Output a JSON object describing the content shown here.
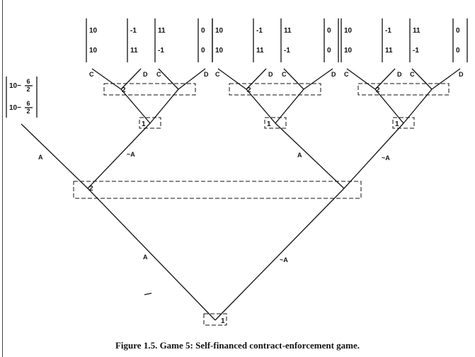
{
  "caption": "Figure 1.5. Game 5: Self-financed contract-enforcement game.",
  "move_labels": {
    "A": "A",
    "not_A": "~A",
    "C": "C",
    "D": "D"
  },
  "player_labels": {
    "p1": "1",
    "p2": "2"
  },
  "left_payoff": {
    "row1": "10−",
    "row2": "10−",
    "frac_num": "6",
    "frac_den": "2"
  },
  "subgames": [
    {
      "payoffs": [
        [
          "10",
          "10"
        ],
        [
          "-1",
          "11"
        ],
        [
          "11",
          "-1"
        ],
        [
          "0",
          "0"
        ]
      ]
    },
    {
      "payoffs": [
        [
          "10",
          "10"
        ],
        [
          "-1",
          "11"
        ],
        [
          "11",
          "-1"
        ],
        [
          "0",
          "0"
        ]
      ]
    },
    {
      "payoffs": [
        [
          "10",
          "10"
        ],
        [
          "-1",
          "11"
        ],
        [
          "11",
          "-1"
        ],
        [
          "0",
          "0"
        ]
      ]
    }
  ]
}
